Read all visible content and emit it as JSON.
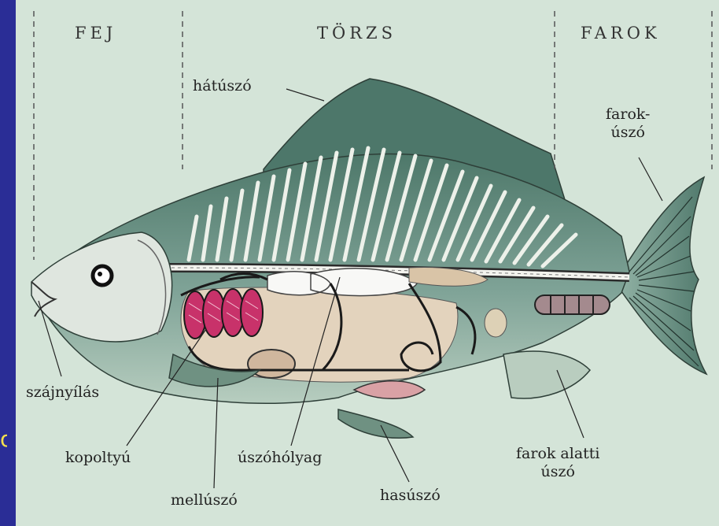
{
  "sections": {
    "head": "FEJ",
    "trunk": "TÖRZS",
    "tail": "FAROK"
  },
  "labels": {
    "dorsal_fin": "hátúszó",
    "tail_fin_line1": "farok-",
    "tail_fin_line2": "úszó",
    "mouth": "szájnyílás",
    "gill": "kopoltyú",
    "swim_bladder": "úszóhólyag",
    "pectoral_fin": "mellúszó",
    "pelvic_fin": "hasúszó",
    "anal_fin_line1": "farok alatti",
    "anal_fin_line2": "úszó"
  },
  "edge_text": "o",
  "colors": {
    "background": "#2a2d96",
    "panel": "#d4e4d8",
    "fish_body": "#5d8676",
    "head": "#dfe6df",
    "gills": "#c8326a"
  }
}
